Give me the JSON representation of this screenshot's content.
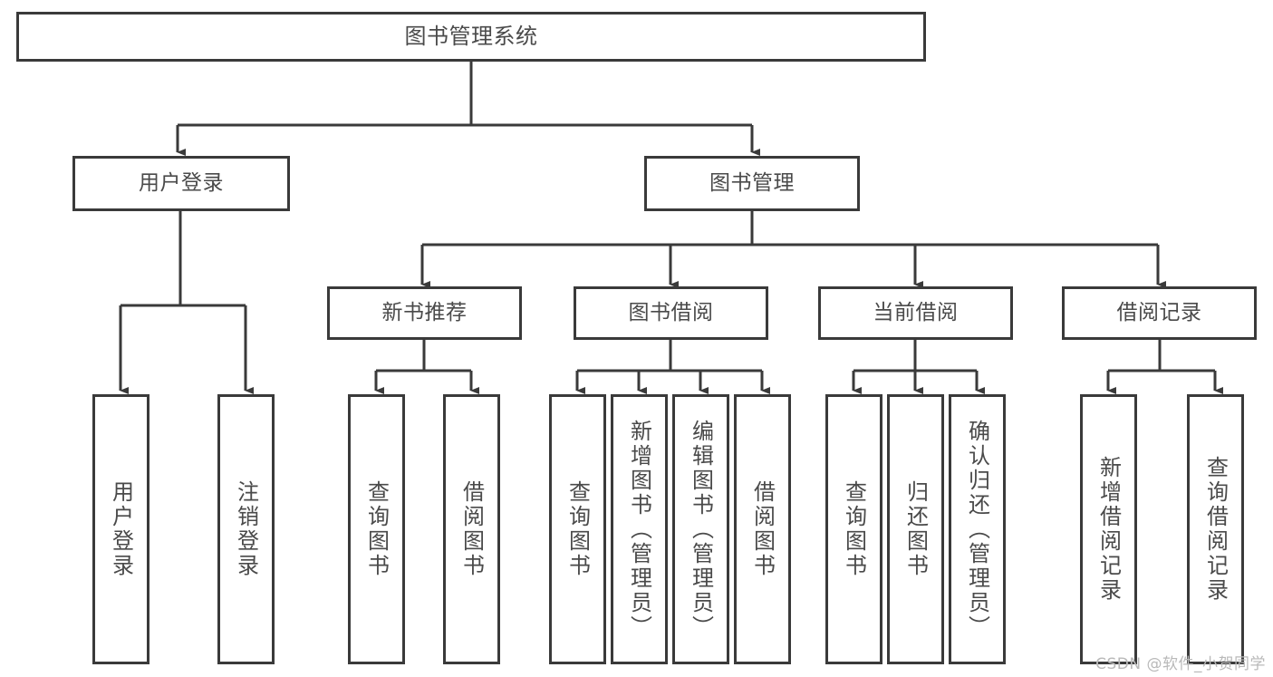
{
  "diagram": {
    "title": "图书管理系统",
    "watermark": "CSDN @软件_小贺同学",
    "colors": {
      "stroke": "#3a3a3a",
      "text": "#4a4a4a",
      "background": "#ffffff",
      "watermark": "#b9b9b9"
    },
    "type": "tree",
    "orientation": "top-down",
    "levels": 4,
    "nodes": {
      "root": {
        "label": "图书管理系统"
      },
      "level2": [
        {
          "id": "user-login",
          "label": "用户登录"
        },
        {
          "id": "book-manage",
          "label": "图书管理"
        }
      ],
      "level3": [
        {
          "id": "new-book-recommend",
          "label": "新书推荐",
          "parent": "book-manage"
        },
        {
          "id": "book-borrow",
          "label": "图书借阅",
          "parent": "book-manage"
        },
        {
          "id": "current-borrow",
          "label": "当前借阅",
          "parent": "book-manage"
        },
        {
          "id": "borrow-record",
          "label": "借阅记录",
          "parent": "book-manage"
        }
      ],
      "leaves": [
        {
          "id": "leaf-user-login",
          "label": "用户登录",
          "parent": "user-login"
        },
        {
          "id": "leaf-user-logout",
          "label": "注销登录",
          "parent": "user-login"
        },
        {
          "id": "leaf-query-book-1",
          "label": "查询图书",
          "parent": "new-book-recommend"
        },
        {
          "id": "leaf-borrow-book-1",
          "label": "借阅图书",
          "parent": "new-book-recommend"
        },
        {
          "id": "leaf-query-book-2",
          "label": "查询图书",
          "parent": "book-borrow"
        },
        {
          "id": "leaf-add-book",
          "label": "新增图书（管理员）",
          "parent": "book-borrow"
        },
        {
          "id": "leaf-edit-book",
          "label": "编辑图书（管理员）",
          "parent": "book-borrow"
        },
        {
          "id": "leaf-borrow-book-2",
          "label": "借阅图书",
          "parent": "book-borrow"
        },
        {
          "id": "leaf-query-book-3",
          "label": "查询图书",
          "parent": "current-borrow"
        },
        {
          "id": "leaf-return-book",
          "label": "归还图书",
          "parent": "current-borrow"
        },
        {
          "id": "leaf-confirm-return",
          "label": "确认归还（管理员）",
          "parent": "current-borrow"
        },
        {
          "id": "leaf-add-record",
          "label": "新增借阅记录",
          "parent": "borrow-record"
        },
        {
          "id": "leaf-query-record",
          "label": "查询借阅记录",
          "parent": "borrow-record"
        }
      ]
    }
  }
}
